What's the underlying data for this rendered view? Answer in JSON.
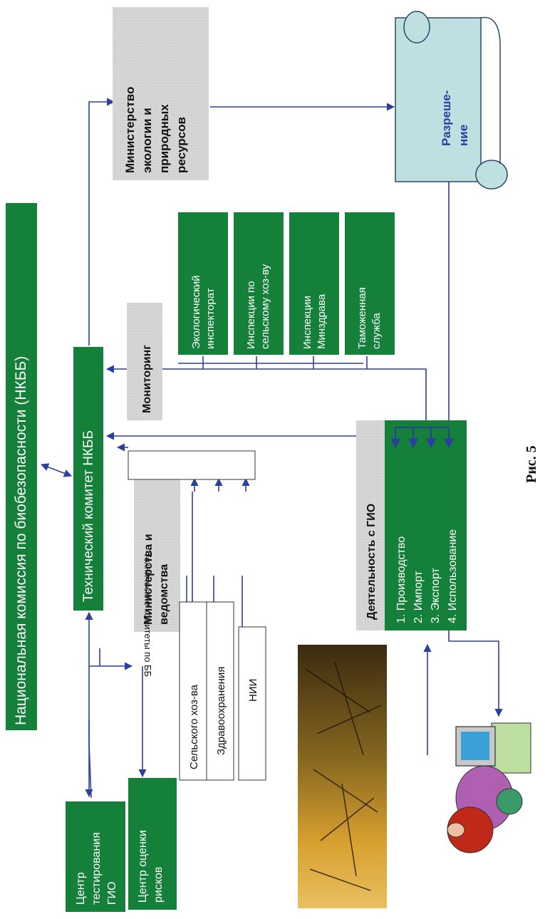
{
  "diagram": {
    "nkbb": "Национальная комиссия по биобезопасности (НКББ)",
    "tech_committee": "Технический комитет НКББ",
    "ministry_ecology": [
      "Министерство",
      "экологии и",
      "природных",
      "ресурсов"
    ],
    "permit": [
      "Разреше-",
      "ние"
    ],
    "monitoring": "Мониторинг",
    "inspections": [
      [
        "Экологический",
        "инспекторат"
      ],
      [
        "Инспекции по",
        "сельскому хоз-ву"
      ],
      [
        "Инспекции",
        "Минздрава"
      ],
      [
        "Таможенная",
        "служба"
      ]
    ],
    "ministries_agencies": [
      "Министерства и",
      "ведомства"
    ],
    "ministry_items": [
      "Сельского хоз-ва",
      "Здравоохранения",
      "НИИ"
    ],
    "tech_committees_bb": "Технические комитеты по ББ",
    "gio_activity": "Деятельность с ГИО",
    "gio_items": [
      "1. Производство",
      "2. Импорт",
      "3. Экспорт",
      "4. Использование"
    ],
    "test_center": [
      "Центр",
      "тестирования",
      "ГИО"
    ],
    "risk_center": [
      "Центр оценки",
      "рисков"
    ]
  },
  "caption": "Рис. 5",
  "colors": {
    "green": "#14803a",
    "gray": "#d9d9d9",
    "blue": "#2b3f9e",
    "scroll": "#bfe0e0"
  }
}
